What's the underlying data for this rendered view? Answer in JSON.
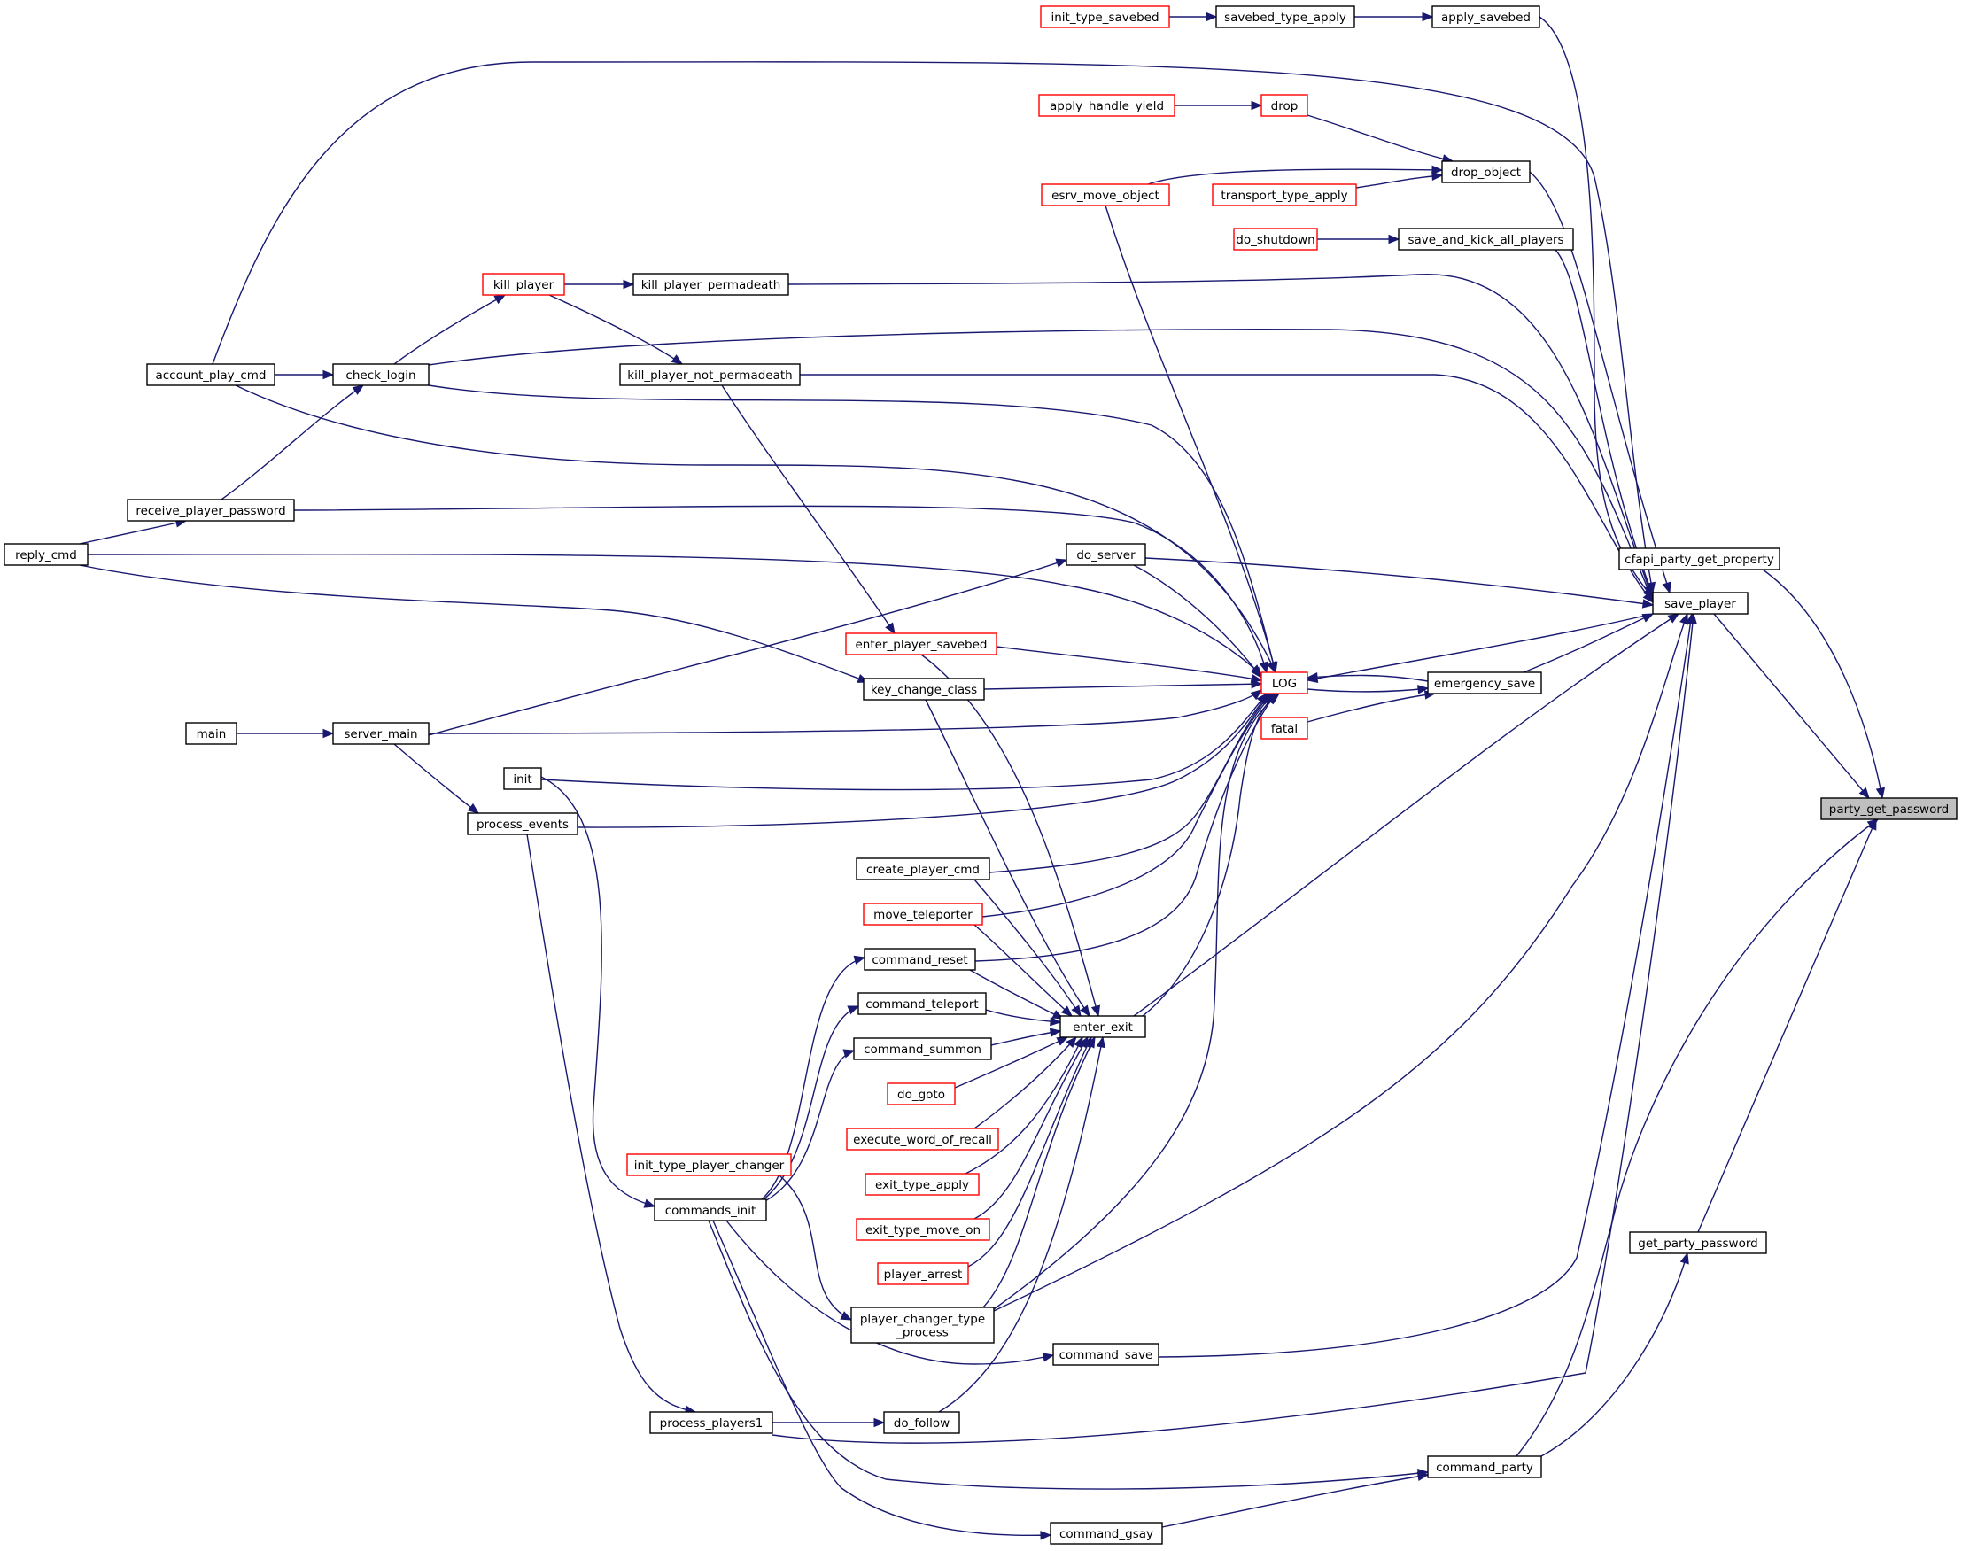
{
  "colors": {
    "edge": "#191970",
    "node_border": "#000000",
    "node_border_missing": "#ff0000",
    "highlight_fill": "#bfbfbf"
  },
  "nodes": [
    {
      "id": "party_get_password",
      "label": "party_get_password",
      "style": "highlight"
    },
    {
      "id": "cfapi_party_get_property",
      "label": "cfapi_party_get_property",
      "style": "normal"
    },
    {
      "id": "save_player",
      "label": "save_player",
      "style": "normal"
    },
    {
      "id": "get_party_password",
      "label": "get_party_password",
      "style": "normal"
    },
    {
      "id": "command_party",
      "label": "command_party",
      "style": "normal"
    },
    {
      "id": "command_gsay",
      "label": "command_gsay",
      "style": "normal"
    },
    {
      "id": "commands_init",
      "label": "commands_init",
      "style": "normal"
    },
    {
      "id": "init",
      "label": "init",
      "style": "normal"
    },
    {
      "id": "process_players1",
      "label": "process_players1",
      "style": "normal"
    },
    {
      "id": "process_events",
      "label": "process_events",
      "style": "normal"
    },
    {
      "id": "server_main",
      "label": "server_main",
      "style": "normal"
    },
    {
      "id": "main",
      "label": "main",
      "style": "normal"
    },
    {
      "id": "apply_savebed",
      "label": "apply_savebed",
      "style": "normal"
    },
    {
      "id": "savebed_type_apply",
      "label": "savebed_type_apply",
      "style": "normal"
    },
    {
      "id": "init_type_savebed",
      "label": "init_type_savebed",
      "style": "missing"
    },
    {
      "id": "account_play_cmd",
      "label": "account_play_cmd",
      "style": "normal"
    },
    {
      "id": "drop_object",
      "label": "drop_object",
      "style": "normal"
    },
    {
      "id": "drop",
      "label": "drop",
      "style": "missing"
    },
    {
      "id": "apply_handle_yield",
      "label": "apply_handle_yield",
      "style": "missing"
    },
    {
      "id": "esrv_move_object",
      "label": "esrv_move_object",
      "style": "missing"
    },
    {
      "id": "transport_type_apply",
      "label": "transport_type_apply",
      "style": "missing"
    },
    {
      "id": "save_and_kick_all_players",
      "label": "save_and_kick_all_players",
      "style": "normal"
    },
    {
      "id": "do_shutdown",
      "label": "do_shutdown",
      "style": "missing"
    },
    {
      "id": "kill_player_permadeath",
      "label": "kill_player_permadeath",
      "style": "normal"
    },
    {
      "id": "kill_player",
      "label": "kill_player",
      "style": "missing"
    },
    {
      "id": "check_login",
      "label": "check_login",
      "style": "normal"
    },
    {
      "id": "kill_player_not_permadeath",
      "label": "kill_player_not_permadeath",
      "style": "normal"
    },
    {
      "id": "receive_player_password",
      "label": "receive_player_password",
      "style": "normal"
    },
    {
      "id": "reply_cmd",
      "label": "reply_cmd",
      "style": "normal"
    },
    {
      "id": "do_server",
      "label": "do_server",
      "style": "normal"
    },
    {
      "id": "LOG",
      "label": "LOG",
      "style": "missing"
    },
    {
      "id": "emergency_save",
      "label": "emergency_save",
      "style": "normal"
    },
    {
      "id": "fatal",
      "label": "fatal",
      "style": "missing"
    },
    {
      "id": "enter_player_savebed",
      "label": "enter_player_savebed",
      "style": "missing"
    },
    {
      "id": "key_change_class",
      "label": "key_change_class",
      "style": "normal"
    },
    {
      "id": "create_player_cmd",
      "label": "create_player_cmd",
      "style": "normal"
    },
    {
      "id": "move_teleporter",
      "label": "move_teleporter",
      "style": "missing"
    },
    {
      "id": "command_reset",
      "label": "command_reset",
      "style": "normal"
    },
    {
      "id": "command_teleport",
      "label": "command_teleport",
      "style": "normal"
    },
    {
      "id": "command_summon",
      "label": "command_summon",
      "style": "normal"
    },
    {
      "id": "enter_exit",
      "label": "enter_exit",
      "style": "normal"
    },
    {
      "id": "do_goto",
      "label": "do_goto",
      "style": "missing"
    },
    {
      "id": "execute_word_of_recall",
      "label": "execute_word_of_recall",
      "style": "missing"
    },
    {
      "id": "exit_type_apply",
      "label": "exit_type_apply",
      "style": "missing"
    },
    {
      "id": "exit_type_move_on",
      "label": "exit_type_move_on",
      "style": "missing"
    },
    {
      "id": "player_arrest",
      "label": "player_arrest",
      "style": "missing"
    },
    {
      "id": "init_type_player_changer",
      "label": "init_type_player_changer",
      "style": "missing"
    },
    {
      "id": "player_changer_type_process",
      "label": "player_changer_type\n_process",
      "style": "normal"
    },
    {
      "id": "command_save",
      "label": "command_save",
      "style": "normal"
    },
    {
      "id": "do_follow",
      "label": "do_follow",
      "style": "normal"
    }
  ],
  "edges": [
    [
      "cfapi_party_get_property",
      "party_get_password"
    ],
    [
      "save_player",
      "party_get_password"
    ],
    [
      "get_party_password",
      "party_get_password"
    ],
    [
      "command_party",
      "party_get_password"
    ],
    [
      "apply_savebed",
      "save_player"
    ],
    [
      "savebed_type_apply",
      "apply_savebed"
    ],
    [
      "init_type_savebed",
      "savebed_type_apply"
    ],
    [
      "account_play_cmd",
      "save_player"
    ],
    [
      "drop_object",
      "save_player"
    ],
    [
      "drop",
      "drop_object"
    ],
    [
      "apply_handle_yield",
      "drop"
    ],
    [
      "esrv_move_object",
      "drop_object"
    ],
    [
      "transport_type_apply",
      "drop_object"
    ],
    [
      "save_and_kick_all_players",
      "save_player"
    ],
    [
      "do_shutdown",
      "save_and_kick_all_players"
    ],
    [
      "kill_player_permadeath",
      "save_player"
    ],
    [
      "kill_player",
      "kill_player_permadeath"
    ],
    [
      "check_login",
      "kill_player"
    ],
    [
      "check_login",
      "save_player"
    ],
    [
      "account_play_cmd",
      "check_login"
    ],
    [
      "receive_player_password",
      "check_login"
    ],
    [
      "reply_cmd",
      "receive_player_password"
    ],
    [
      "kill_player_not_permadeath",
      "save_player"
    ],
    [
      "kill_player",
      "kill_player_not_permadeath"
    ],
    [
      "do_server",
      "save_player"
    ],
    [
      "server_main",
      "do_server"
    ],
    [
      "main",
      "server_main"
    ],
    [
      "emergency_save",
      "save_player"
    ],
    [
      "emergency_save",
      "LOG"
    ],
    [
      "fatal",
      "emergency_save"
    ],
    [
      "LOG",
      "emergency_save"
    ],
    [
      "save_player",
      "LOG"
    ],
    [
      "esrv_move_object",
      "LOG"
    ],
    [
      "account_play_cmd",
      "LOG"
    ],
    [
      "check_login",
      "LOG"
    ],
    [
      "receive_player_password",
      "LOG"
    ],
    [
      "reply_cmd",
      "LOG"
    ],
    [
      "do_server",
      "LOG"
    ],
    [
      "enter_player_savebed",
      "LOG"
    ],
    [
      "key_change_class",
      "LOG"
    ],
    [
      "server_main",
      "LOG"
    ],
    [
      "init",
      "LOG"
    ],
    [
      "process_events",
      "LOG"
    ],
    [
      "create_player_cmd",
      "LOG"
    ],
    [
      "move_teleporter",
      "LOG"
    ],
    [
      "command_reset",
      "LOG"
    ],
    [
      "enter_exit",
      "LOG"
    ],
    [
      "player_changer_type_process",
      "LOG"
    ],
    [
      "kill_player_not_permadeath",
      "enter_player_savebed"
    ],
    [
      "reply_cmd",
      "key_change_class"
    ],
    [
      "server_main",
      "process_events"
    ],
    [
      "enter_exit",
      "save_player"
    ],
    [
      "enter_player_savebed",
      "enter_exit"
    ],
    [
      "key_change_class",
      "enter_exit"
    ],
    [
      "create_player_cmd",
      "enter_exit"
    ],
    [
      "move_teleporter",
      "enter_exit"
    ],
    [
      "command_reset",
      "enter_exit"
    ],
    [
      "command_teleport",
      "enter_exit"
    ],
    [
      "command_summon",
      "enter_exit"
    ],
    [
      "do_goto",
      "enter_exit"
    ],
    [
      "execute_word_of_recall",
      "enter_exit"
    ],
    [
      "exit_type_apply",
      "enter_exit"
    ],
    [
      "exit_type_move_on",
      "enter_exit"
    ],
    [
      "player_arrest",
      "enter_exit"
    ],
    [
      "player_changer_type_process",
      "enter_exit"
    ],
    [
      "do_follow",
      "enter_exit"
    ],
    [
      "commands_init",
      "command_reset"
    ],
    [
      "commands_init",
      "command_teleport"
    ],
    [
      "commands_init",
      "command_summon"
    ],
    [
      "init",
      "commands_init"
    ],
    [
      "init_type_player_changer",
      "player_changer_type_process"
    ],
    [
      "player_changer_type_process",
      "save_player"
    ],
    [
      "command_save",
      "save_player"
    ],
    [
      "commands_init",
      "command_save"
    ],
    [
      "process_players1",
      "do_follow"
    ],
    [
      "process_events",
      "process_players1"
    ],
    [
      "process_players1",
      "save_player"
    ],
    [
      "commands_init",
      "command_party"
    ],
    [
      "commands_init",
      "command_gsay"
    ],
    [
      "command_gsay",
      "command_party"
    ],
    [
      "command_party",
      "get_party_password"
    ]
  ]
}
